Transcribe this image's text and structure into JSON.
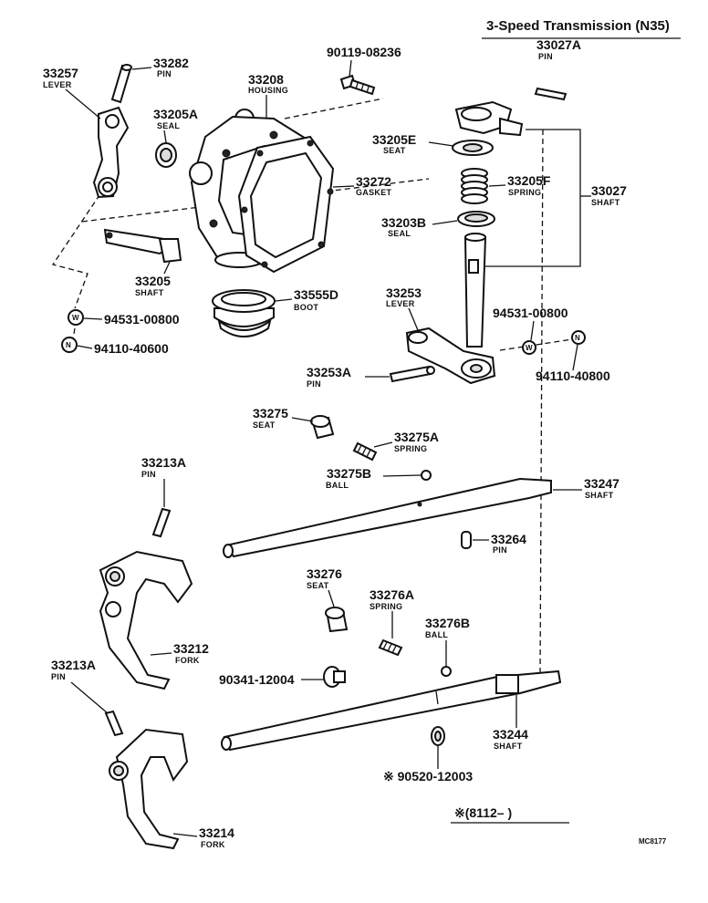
{
  "header": {
    "title": "3-Speed Transmission (N35)"
  },
  "parts": {
    "p33257": {
      "no": "33257",
      "name": "LEVER"
    },
    "p33282": {
      "no": "33282",
      "name": "PIN"
    },
    "p33208": {
      "no": "33208",
      "name": "HOUSING"
    },
    "p90119": {
      "no": "90119-08236"
    },
    "p33027A": {
      "no": "33027A",
      "name": "PIN"
    },
    "p33205A": {
      "no": "33205A",
      "name": "SEAL"
    },
    "p33205E": {
      "no": "33205E",
      "name": "SEAT"
    },
    "p33272": {
      "no": "33272",
      "name": "GASKET"
    },
    "p33205F": {
      "no": "33205F",
      "name": "SPRING"
    },
    "p33027": {
      "no": "33027",
      "name": "SHAFT"
    },
    "p33203B": {
      "no": "33203B",
      "name": "SEAL"
    },
    "p33205": {
      "no": "33205",
      "name": "SHAFT"
    },
    "p33555D": {
      "no": "33555D",
      "name": "BOOT"
    },
    "p33253": {
      "no": "33253",
      "name": "LEVER"
    },
    "p94531a": {
      "no": "94531-00800"
    },
    "p94110a": {
      "no": "94110-40600"
    },
    "p94531b": {
      "no": "94531-00800"
    },
    "p94110b": {
      "no": "94110-40800"
    },
    "p33253A": {
      "no": "33253A",
      "name": "PIN"
    },
    "p33275": {
      "no": "33275",
      "name": "SEAT"
    },
    "p33275A": {
      "no": "33275A",
      "name": "SPRING"
    },
    "p33275B": {
      "no": "33275B",
      "name": "BALL"
    },
    "p33213A_1": {
      "no": "33213A",
      "name": "PIN"
    },
    "p33247": {
      "no": "33247",
      "name": "SHAFT"
    },
    "p33264": {
      "no": "33264",
      "name": "PIN"
    },
    "p33276": {
      "no": "33276",
      "name": "SEAT"
    },
    "p33276A": {
      "no": "33276A",
      "name": "SPRING"
    },
    "p33276B": {
      "no": "33276B",
      "name": "BALL"
    },
    "p33212": {
      "no": "33212",
      "name": "FORK"
    },
    "p90341": {
      "no": "90341-12004"
    },
    "p33213A_2": {
      "no": "33213A",
      "name": "PIN"
    },
    "p33244": {
      "no": "33244",
      "name": "SHAFT"
    },
    "p90520": {
      "no": "※ 90520-12003"
    },
    "p33214": {
      "no": "33214",
      "name": "FORK"
    }
  },
  "markers": {
    "washer": "W",
    "nut": "N"
  },
  "footnote": {
    "text": "※(8112–          )"
  },
  "code": {
    "text": "MC8177"
  }
}
